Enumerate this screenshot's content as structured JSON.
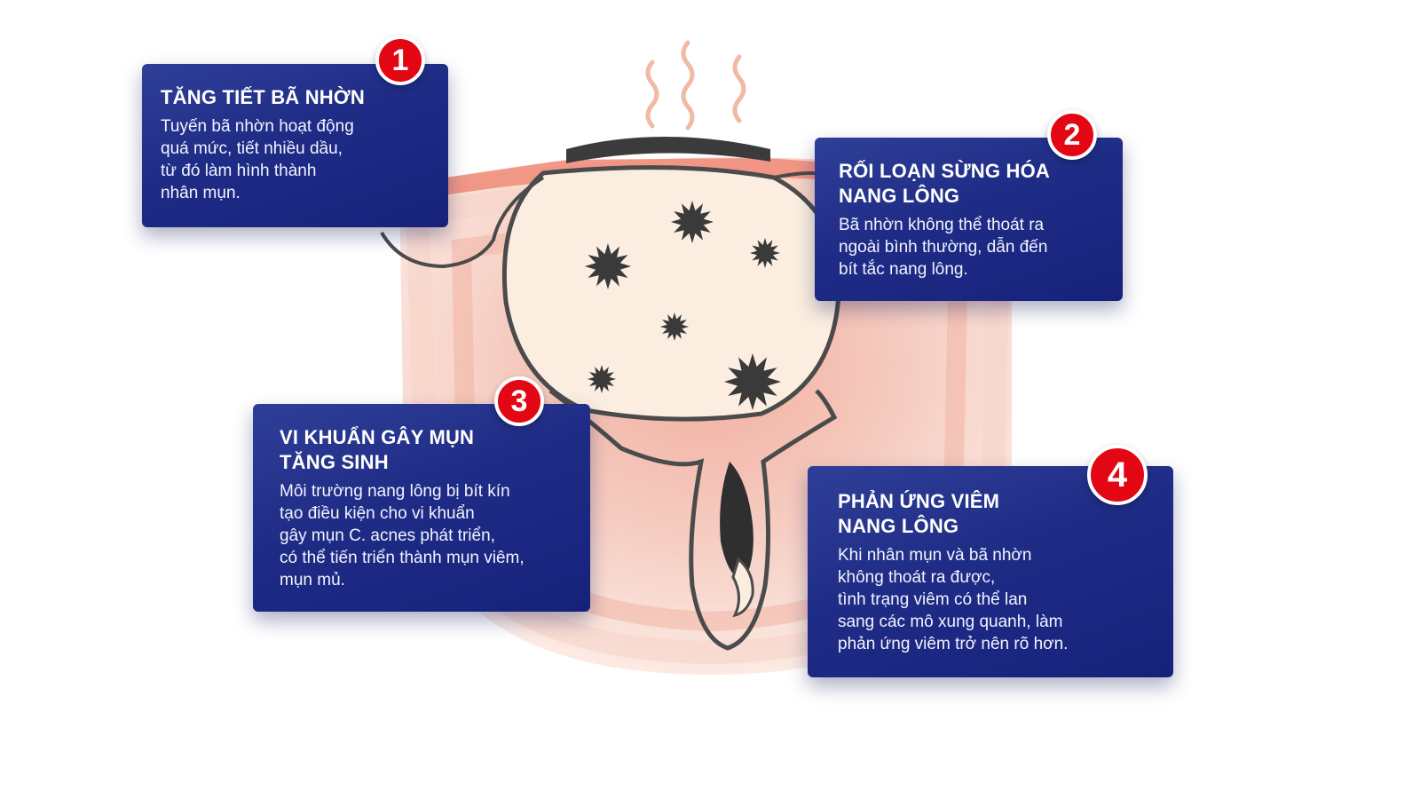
{
  "colors": {
    "card_start": "#2f3f97",
    "card_end": "#16217a",
    "badge": "#e30613",
    "skin_outer": "#f9ddd3",
    "skin_mid": "#f4c3b6",
    "skin_inner": "#ef9f8d",
    "sebum": "#fbeee0",
    "outline": "#4b4b4b",
    "bacteria": "#3a3a3a",
    "heat_wave": "#f2b9a6",
    "blackhead_cap": "#3b3b3b"
  },
  "cards": [
    {
      "number": "1",
      "title": "TĂNG TIẾT BÃ NHỜN",
      "body": "Tuyến bã nhờn hoạt động\nquá mức, tiết nhiều dầu,\ntừ đó làm hình thành\nnhân mụn."
    },
    {
      "number": "2",
      "title": "RỐI LOẠN SỪNG HÓA\nNANG LÔNG",
      "body": "Bã nhờn không thể thoát ra\nngoài bình thường, dẫn đến\nbít tắc nang lông."
    },
    {
      "number": "3",
      "title": "VI KHUẨN GÂY MỤN\nTĂNG SINH",
      "body": "Môi trường nang lông bị bít kín\ntạo điều kiện cho vi khuẩn\ngây mụn C. acnes phát triển,\ncó thể tiến triển thành mụn viêm,\nmụn mủ."
    },
    {
      "number": "4",
      "title": "PHẢN ỨNG VIÊM\nNANG LÔNG",
      "body": "Khi nhân mụn và bã nhờn\nkhông thoát ra được,\ntình trạng viêm có thể lan\nsang các mô xung quanh, làm\nphản ứng viêm trở nên rõ hơn."
    }
  ],
  "illustration": {
    "icons": [
      "heat-wave-icon",
      "blackhead-cap-icon",
      "bacteria-icon",
      "hair-strand-icon"
    ]
  }
}
